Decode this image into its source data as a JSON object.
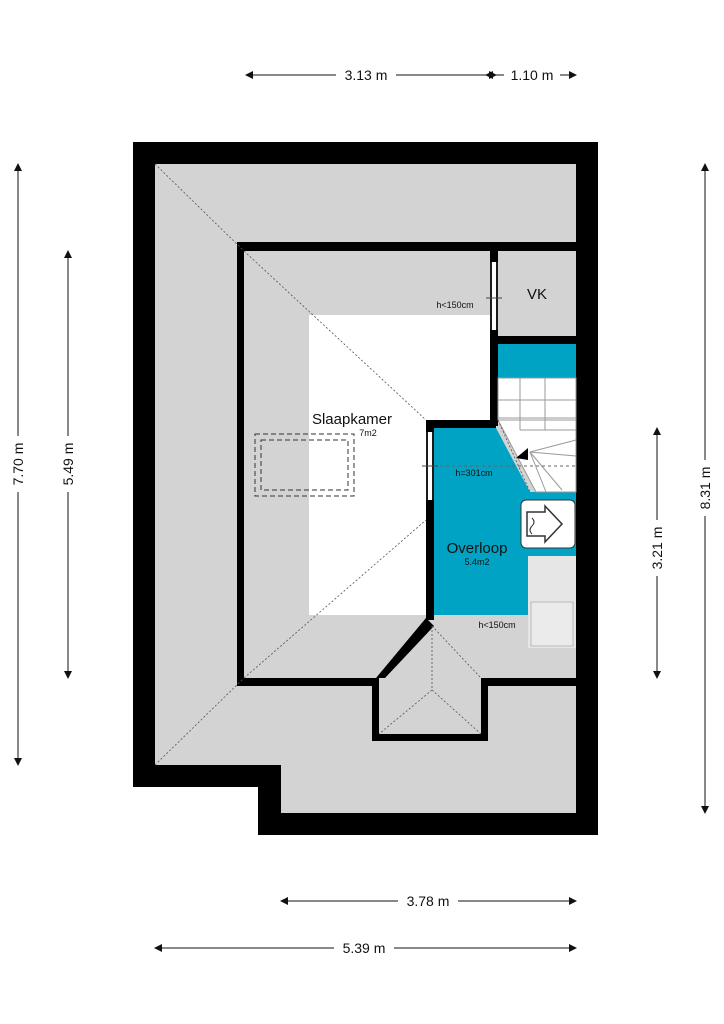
{
  "colors": {
    "wall": "#000000",
    "floor_grey": "#d3d3d3",
    "room_white": "#ffffff",
    "landing_blue": "#00a3c4",
    "stair_light": "#e6e6e6"
  },
  "dimensions": {
    "top_left": "3.13 m",
    "top_right": "1.10 m",
    "left_outer": "7.70 m",
    "left_inner": "5.49 m",
    "right_outer": "8.31 m",
    "right_inner": "3.21 m",
    "bottom_inner": "3.78 m",
    "bottom_outer": "5.39 m"
  },
  "rooms": {
    "bedroom": {
      "name": "Slaapkamer",
      "area": "7m2"
    },
    "landing": {
      "name": "Overloop",
      "area": "5.4m2"
    },
    "closet": {
      "name": "VK"
    }
  },
  "notes": {
    "height_vk": "h<150cm",
    "height_stair": "h=301cm",
    "height_landing": "h<150cm"
  },
  "icons": {
    "heating": "boiler-icon",
    "stairs": "staircase-icon",
    "skylight": "skylight-window-icon"
  }
}
